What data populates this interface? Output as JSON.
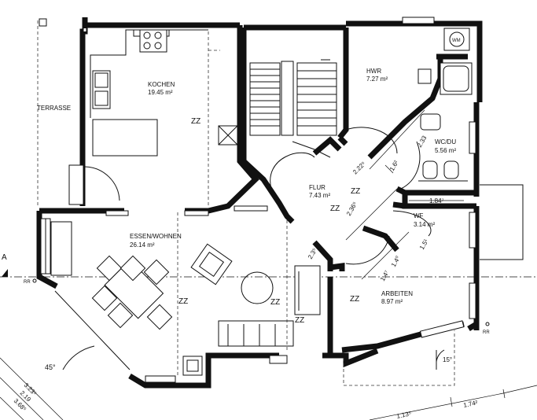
{
  "rooms": [
    {
      "name": "KOCHEN",
      "area": "19.45 m²"
    },
    {
      "name": "HWR",
      "area": "7.27 m²"
    },
    {
      "name": "WC/DU",
      "area": "5.56 m²"
    },
    {
      "name": "FLUR",
      "area": "7.43 m²"
    },
    {
      "name": "WF",
      "area": "3.14 m²"
    },
    {
      "name": "ESSEN/WOHNEN",
      "area": "26.14 m²"
    },
    {
      "name": "ARBEITEN",
      "area": "8.97 m²"
    }
  ],
  "terrace_label": "TERRASSE",
  "section_marker": "A",
  "zz_marks": [
    "ZZ",
    "ZZ",
    "ZZ",
    "ZZ",
    "ZZ",
    "ZZ",
    "ZZ"
  ],
  "dimensions": [
    "2.33",
    "2.22⁵",
    "1.6²",
    "1.84⁷",
    "2.36⁵",
    "2.3⁵",
    "1.5¹",
    "1.4⁷",
    "1.4⁰",
    "3.23⁵",
    "2.19",
    "3.68⁵",
    "1.13⁵",
    "1.74²"
  ],
  "angles": [
    "45°",
    "15°"
  ],
  "appliance_wm": "WM",
  "rr_marks": [
    "RR",
    "RR"
  ]
}
